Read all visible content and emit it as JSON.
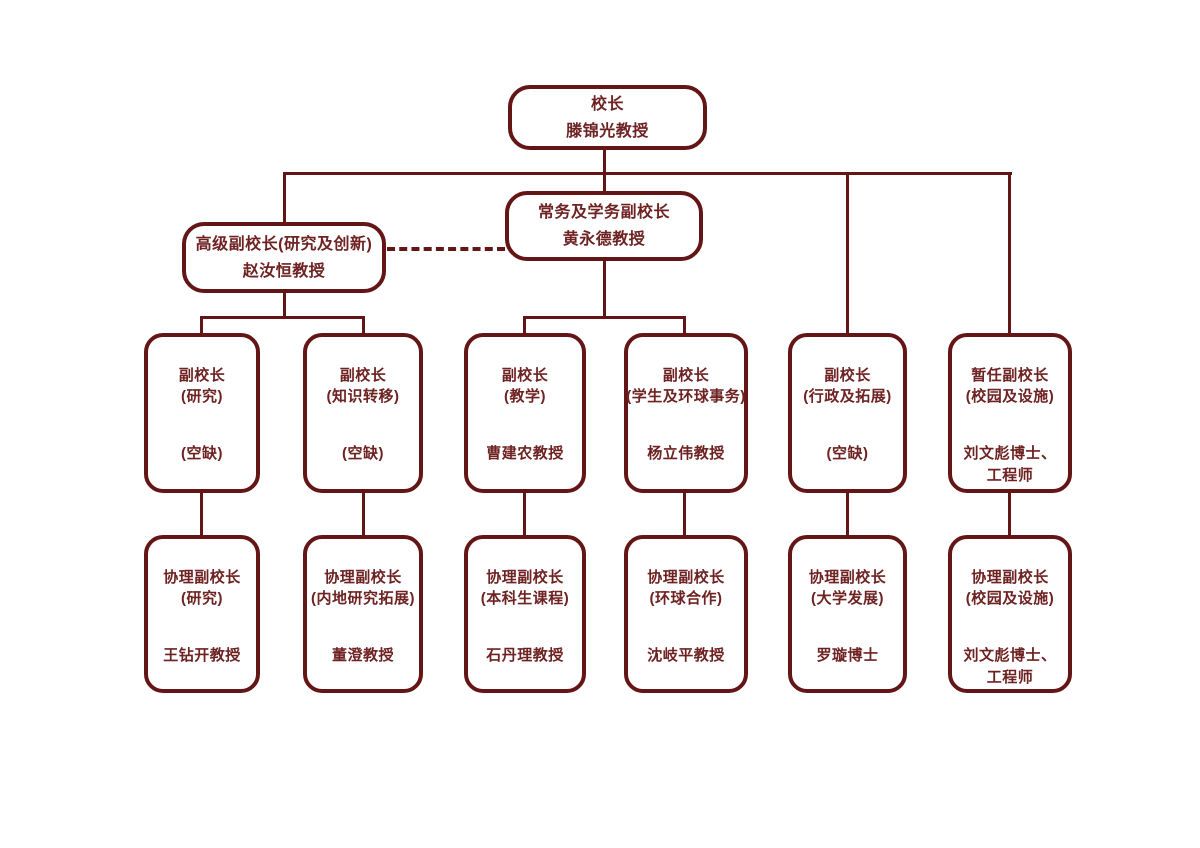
{
  "colors": {
    "line": "#641616",
    "text": "#6e2222",
    "bg": "#ffffff"
  },
  "nodes": {
    "president": {
      "title": "校长",
      "name": "滕锦光教授"
    },
    "provost": {
      "title": "常务及学务副校长",
      "name": "黄永德教授"
    },
    "senior_vp": {
      "title": "高级副校长(研究及创新)",
      "name": "赵汝恒教授"
    },
    "vps": [
      {
        "title": "副校长",
        "scope": "(研究)",
        "name": "(空缺)"
      },
      {
        "title": "副校长",
        "scope": "(知识转移)",
        "name": "(空缺)"
      },
      {
        "title": "副校长",
        "scope": "(教学)",
        "name": "曹建农教授"
      },
      {
        "title": "副校长",
        "scope": "(学生及环球事务)",
        "name": "杨立伟教授"
      },
      {
        "title": "副校长",
        "scope": "(行政及拓展)",
        "name": "(空缺)"
      },
      {
        "title": "暂任副校长",
        "scope": "(校园及设施)",
        "name": "刘文彪博士、\n工程师"
      }
    ],
    "avps": [
      {
        "title": "协理副校长",
        "scope": "(研究)",
        "name": "王钻开教授"
      },
      {
        "title": "协理副校长",
        "scope": "(内地研究拓展)",
        "name": "董澄教授"
      },
      {
        "title": "协理副校长",
        "scope": "(本科生课程)",
        "name": "石丹理教授"
      },
      {
        "title": "协理副校长",
        "scope": "(环球合作)",
        "name": "沈岐平教授"
      },
      {
        "title": "协理副校长",
        "scope": "(大学发展)",
        "name": "罗璇博士"
      },
      {
        "title": "协理副校长",
        "scope": "(校园及设施)",
        "name": "刘文彪博士、\n工程师"
      }
    ]
  }
}
